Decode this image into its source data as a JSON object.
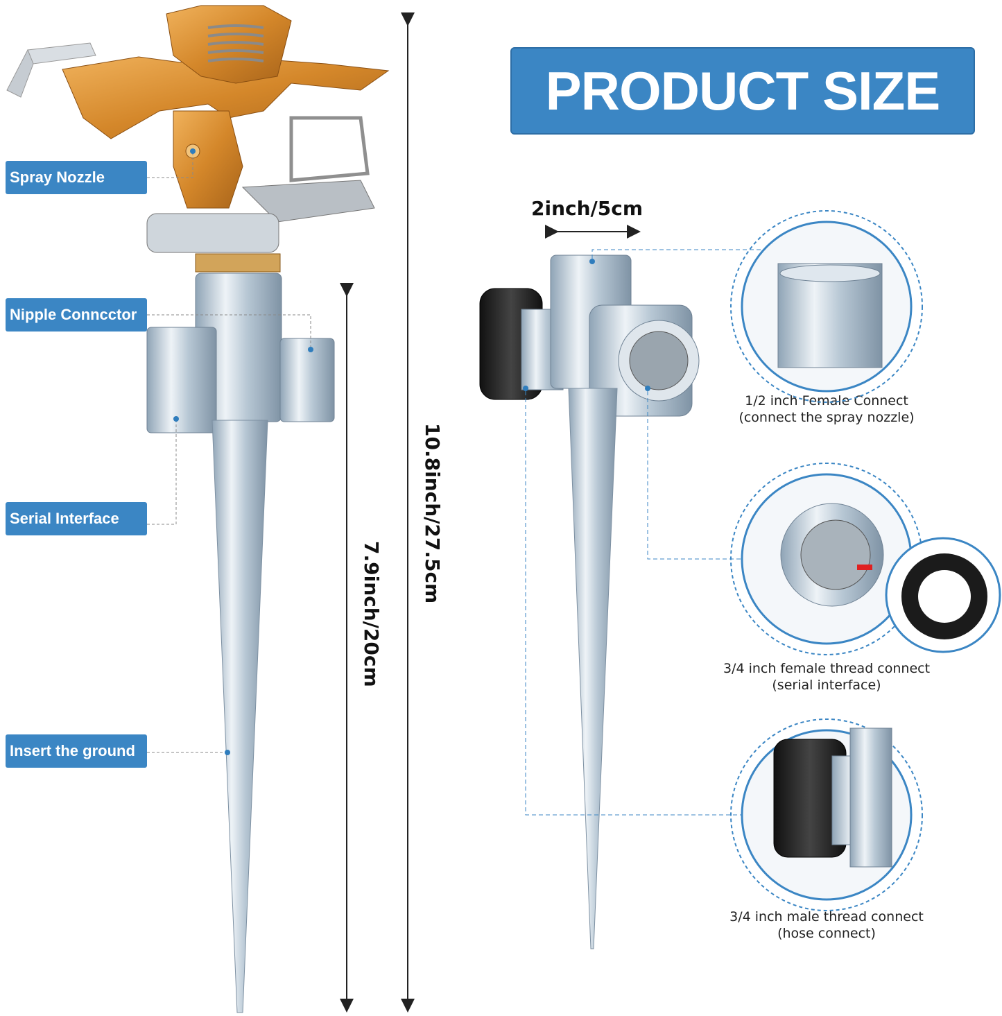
{
  "title": "PRODUCT SIZE",
  "labels": {
    "spray_nozzle": "Spray Nozzle",
    "nipple_connector": "Nipple Conncctor",
    "serial_interface": "Serial Interface",
    "insert_ground": "Insert the ground"
  },
  "dimensions": {
    "total_height": "10.8inch/27.5cm",
    "stake_height": "7.9inch/20cm",
    "width": "2inch/5cm"
  },
  "details": [
    {
      "line1": "1/2 inch Female Connect",
      "line2": "(connect the spray nozzle)"
    },
    {
      "line1": "3/4 inch female thread connect",
      "line2": "(serial interface)"
    },
    {
      "line1": "3/4 inch male thread connect",
      "line2": "(hose connect)"
    }
  ],
  "colors": {
    "accent_blue": "#3b86c4",
    "brass": "#d98a2b",
    "steel": "#b9c9d6",
    "dark_knob": "#2a2a2a"
  }
}
